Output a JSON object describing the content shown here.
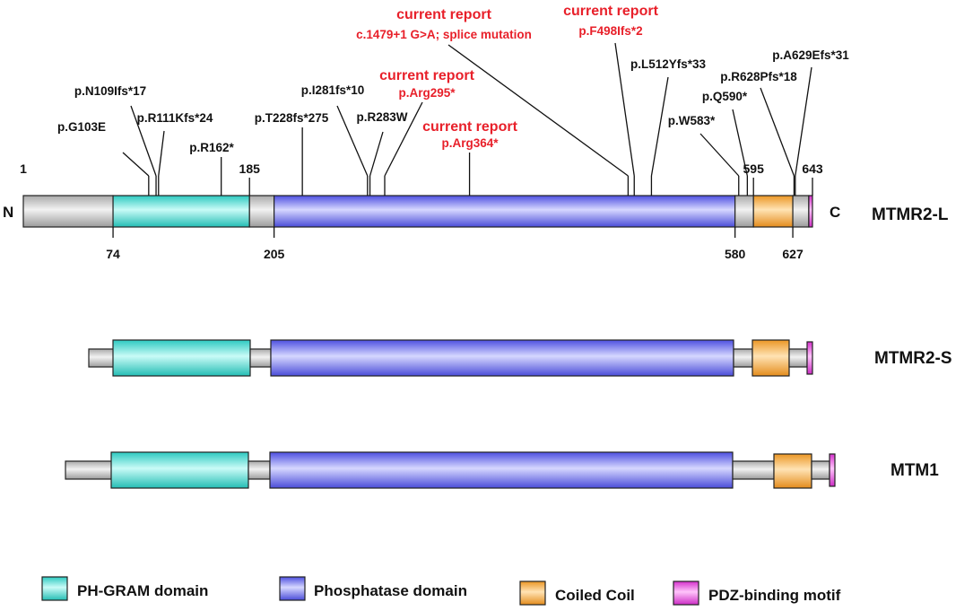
{
  "colors": {
    "linker": "#b8b8b8",
    "ph_gram": "#3fd7cf",
    "phosphatase": "#6264e6",
    "coiled_coil": "#f2a73a",
    "pdz": "#e04fd8",
    "mutation_label": "#111111",
    "current_report": "#e8202a"
  },
  "terminals": {
    "n": "N",
    "c": "C"
  },
  "proteins": [
    {
      "name": "MTMR2-L",
      "scale": {
        "start": 1,
        "end": 643
      },
      "domains": [
        {
          "type": "ph_gram",
          "start": 74,
          "end": 185
        },
        {
          "type": "phosphatase",
          "start": 205,
          "end": 580
        },
        {
          "type": "coiled_coil",
          "start": 595,
          "end": 627
        },
        {
          "type": "pdz",
          "start": 640,
          "end": 643
        }
      ],
      "position_labels_top": [
        {
          "text": "1",
          "value": 1
        },
        {
          "text": "185",
          "value": 185
        },
        {
          "text": "595",
          "value": 595
        },
        {
          "text": "643",
          "value": 643
        }
      ],
      "position_labels_bottom": [
        {
          "text": "74",
          "value": 74
        },
        {
          "text": "205",
          "value": 205
        },
        {
          "text": "580",
          "value": 580
        },
        {
          "text": "627",
          "value": 627
        }
      ],
      "mutations": [
        {
          "label": "p.G103E",
          "position": 103,
          "current": false
        },
        {
          "label": "p.N109Ifs*17",
          "position": 109,
          "current": false
        },
        {
          "label": "p.R111Kfs*24",
          "position": 111,
          "current": false
        },
        {
          "label": "p.R162*",
          "position": 162,
          "current": false
        },
        {
          "label": "p.T228fs*275",
          "position": 228,
          "current": false
        },
        {
          "label": "p.I281fs*10",
          "position": 281,
          "current": false
        },
        {
          "label": "p.R283W",
          "position": 283,
          "current": false
        },
        {
          "label": "p.Arg295*",
          "position": 295,
          "current": true,
          "heading": "current report"
        },
        {
          "label": "p.Arg364*",
          "position": 364,
          "current": true,
          "heading": "current report"
        },
        {
          "label": "c.1479+1 G>A; splice mutation",
          "position": 493,
          "current": true,
          "heading": "current report"
        },
        {
          "label": "p.F498Ifs*2",
          "position": 498,
          "current": true,
          "heading": "current report"
        },
        {
          "label": "p.L512Yfs*33",
          "position": 512,
          "current": false
        },
        {
          "label": "p.W583*",
          "position": 583,
          "current": false
        },
        {
          "label": "p.Q590*",
          "position": 590,
          "current": false
        },
        {
          "label": "p.R628Pfs*18",
          "position": 628,
          "current": false
        },
        {
          "label": "p.A629Efs*31",
          "position": 629,
          "current": false
        }
      ]
    },
    {
      "name": "MTMR2-S"
    },
    {
      "name": "MTM1"
    }
  ],
  "legend": [
    {
      "type": "ph_gram",
      "label": "PH-GRAM domain"
    },
    {
      "type": "phosphatase",
      "label": "Phosphatase domain"
    },
    {
      "type": "coiled_coil",
      "label": "Coiled Coil"
    },
    {
      "type": "pdz",
      "label": "PDZ-binding motif"
    }
  ]
}
